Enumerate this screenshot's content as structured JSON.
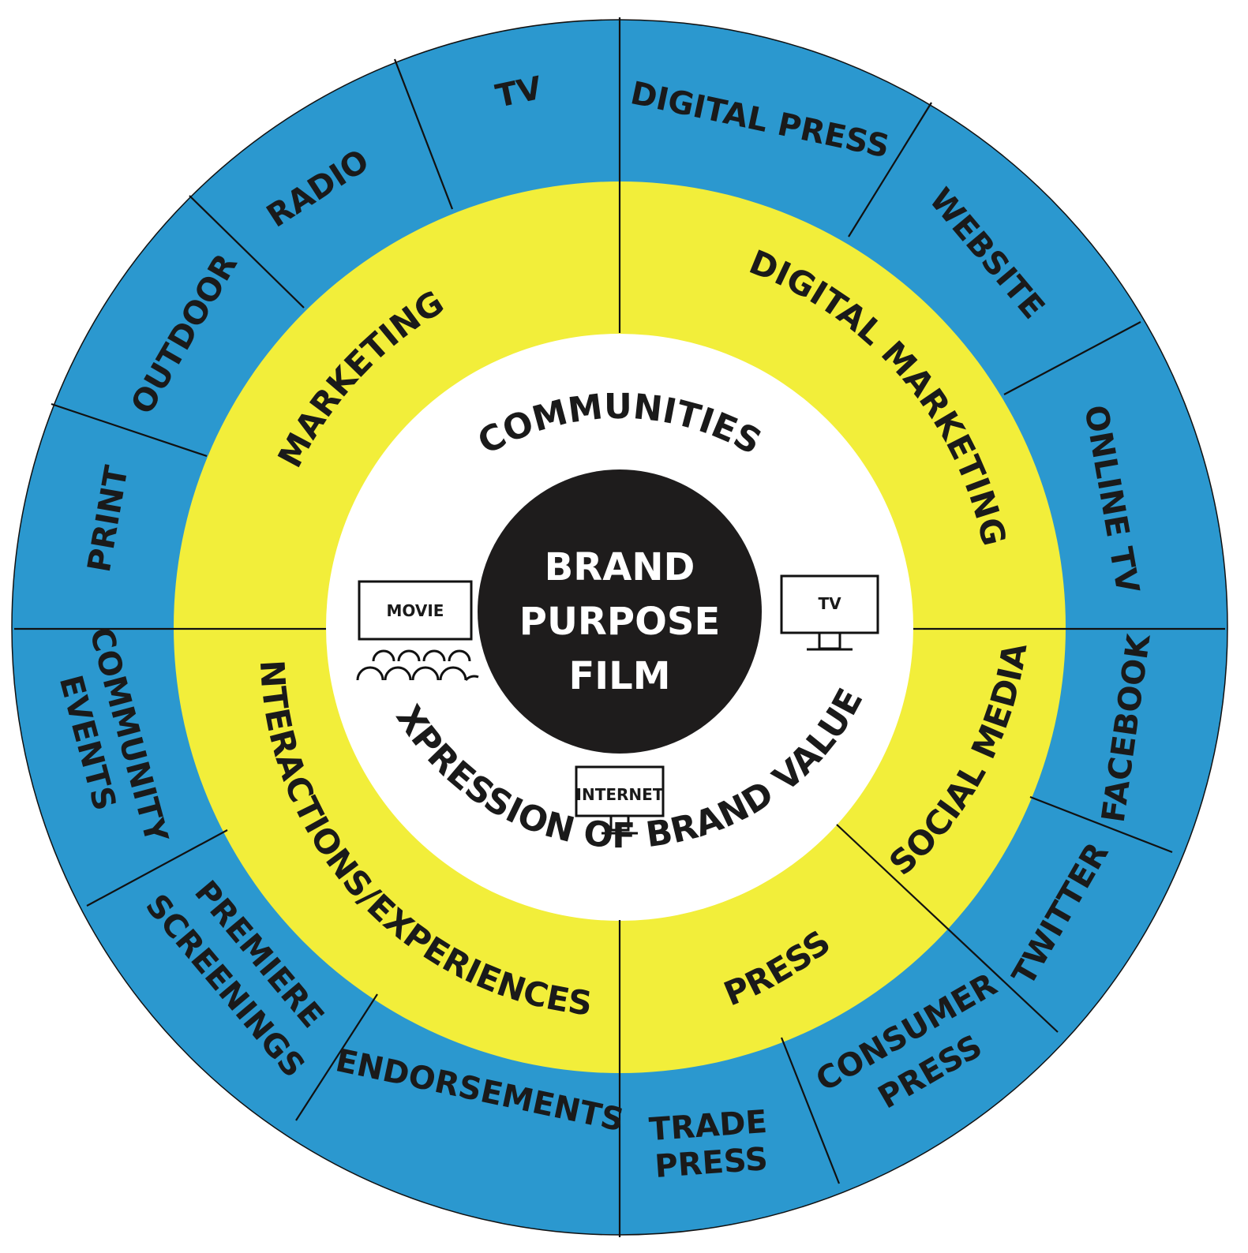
{
  "colors": {
    "outer_ring": "#2b98cf",
    "middle_ring": "#f2ee3a",
    "inner_ring": "#ffffff",
    "core": "#1e1c1c",
    "line": "#111111",
    "text": "#1a1a1a",
    "core_text": "#ffffff"
  },
  "center": {
    "lines": [
      "BRAND",
      "PURPOSE",
      "FILM"
    ]
  },
  "inner": {
    "top_label": "COMMUNITIES",
    "bottom_label": "EXPRESSION OF BRAND VALUES",
    "icons": {
      "movie": "MOVIE",
      "tv": "TV",
      "internet": "INTERNET"
    }
  },
  "middle": {
    "marketing": "MARKETING",
    "digital_marketing": "DIGITAL MARKETING",
    "social_media": "SOCIAL MEDIA",
    "press": "PRESS",
    "interactions": "INTERACTIONS/EXPERIENCES"
  },
  "outer": {
    "tv": "TV",
    "radio": "RADIO",
    "outdoor": "OUTDOOR",
    "print": "PRINT",
    "digital_press": "DIGITAL PRESS",
    "website": "WEBSITE",
    "online_tv": "ONLINE TV",
    "facebook": "FACEBOOK",
    "twitter": "TWITTER",
    "consumer_press": [
      "CONSUMER",
      "PRESS"
    ],
    "trade_press": [
      "TRADE",
      "PRESS"
    ],
    "endorsements": "ENDORSEMENTS",
    "premiere_screenings": [
      "PREMIERE",
      "SCREENINGS"
    ],
    "community_events": [
      "COMMUNITY",
      "EVENTS"
    ]
  }
}
